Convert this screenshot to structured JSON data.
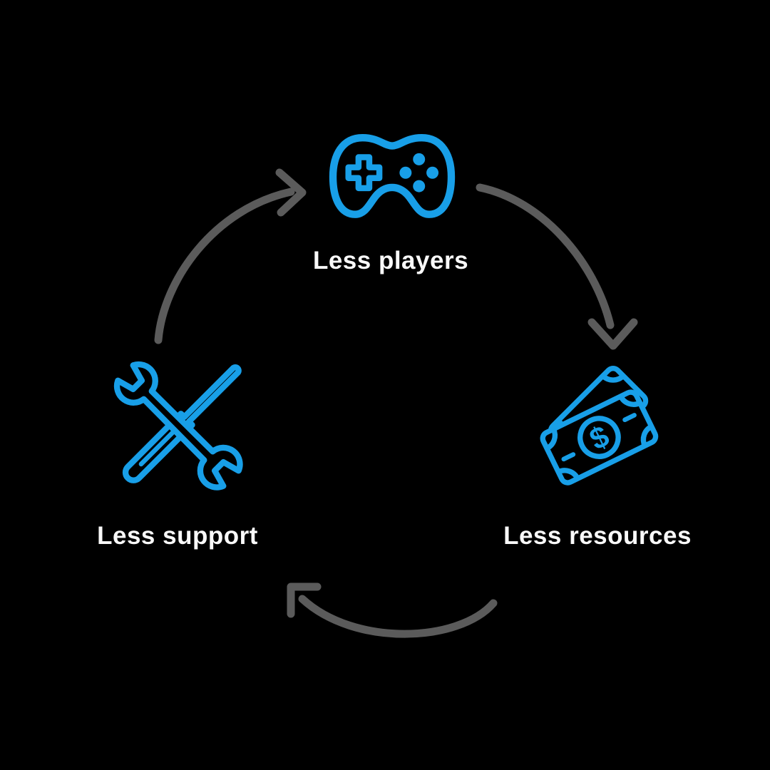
{
  "title": "vicious cycle diagram",
  "colors": {
    "icon_blue": "#189FE8",
    "arrow_gray": "#5B5B5B",
    "text_white": "#F9F9F9",
    "bg": "#000000"
  },
  "cycle": {
    "nodes": [
      {
        "id": "players",
        "label": "Less players",
        "icon": "game-controller-icon",
        "position": "top"
      },
      {
        "id": "resources",
        "label": "Less resources",
        "icon": "money-icon",
        "position": "right"
      },
      {
        "id": "support",
        "label": "Less support",
        "icon": "tools-icon",
        "position": "left"
      }
    ],
    "arrows": [
      {
        "from": "support",
        "to": "players",
        "description": "curved arrow pointing right toward controller"
      },
      {
        "from": "players",
        "to": "resources",
        "description": "curved arrow pointing down toward money"
      },
      {
        "from": "resources",
        "to": "support",
        "description": "curved arrow pointing up-left toward tools"
      }
    ]
  }
}
